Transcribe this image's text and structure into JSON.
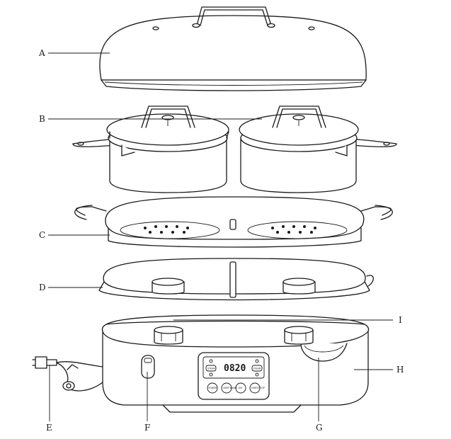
{
  "labels": {
    "A": "A",
    "B": "B",
    "C": "C",
    "D": "D",
    "E": "E",
    "F": "F",
    "G": "G",
    "H": "H",
    "I": "I"
  },
  "panel": {
    "display": "0820",
    "steam_left": "STEAM",
    "steam_right": "STEAM",
    "btn_1": "POWER",
    "btn_2": "KEEP WARM",
    "btn_3": "DIY",
    "btn_4": "START/STOP"
  }
}
